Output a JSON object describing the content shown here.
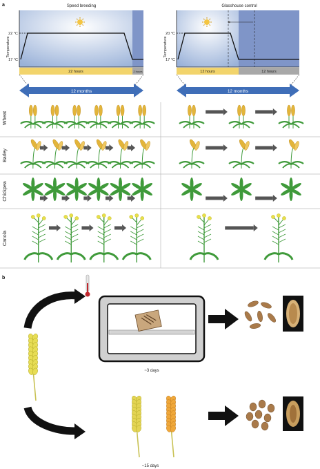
{
  "panel_a": {
    "letter": "a",
    "speed_breeding": {
      "title": "Speed breeding",
      "temp_high": "22 °C",
      "temp_low": "17 °C",
      "ylabel": "Temperature",
      "light_label": "22 hours",
      "dark_label": "2 hours",
      "duration_label": "12 months"
    },
    "glasshouse": {
      "title": "Glasshouse control",
      "temp_high": "20 °C",
      "temp_low": "17 °C",
      "ylabel": "Temperature",
      "light_label": "12 hours",
      "dark_label": "12 hours",
      "duration_label": "12 months"
    },
    "rows": [
      {
        "label": "Wheat",
        "speed_count": 6,
        "control_count": 3
      },
      {
        "label": "Barley",
        "speed_count": 6,
        "control_count": 3
      },
      {
        "label": "Chickpea",
        "speed_count": 6,
        "control_count": 3
      },
      {
        "label": "Canola",
        "speed_count": 4,
        "control_count": 2
      }
    ]
  },
  "panel_b": {
    "letter": "b",
    "top_duration": "~3 days",
    "bottom_duration": "~15 days"
  },
  "colors": {
    "sky_light": "#eef4fb",
    "sky_dark": "#7f95c8",
    "light_bar": "#f2d46c",
    "dark_bar": "#a8a8a8",
    "arrow_blue": "#3f6eb8",
    "leaf_green": "#3f9a3a",
    "wheat_gold": "#e3b53a",
    "canola_yellow": "#e8e04a",
    "row_arrow": "#555555"
  }
}
